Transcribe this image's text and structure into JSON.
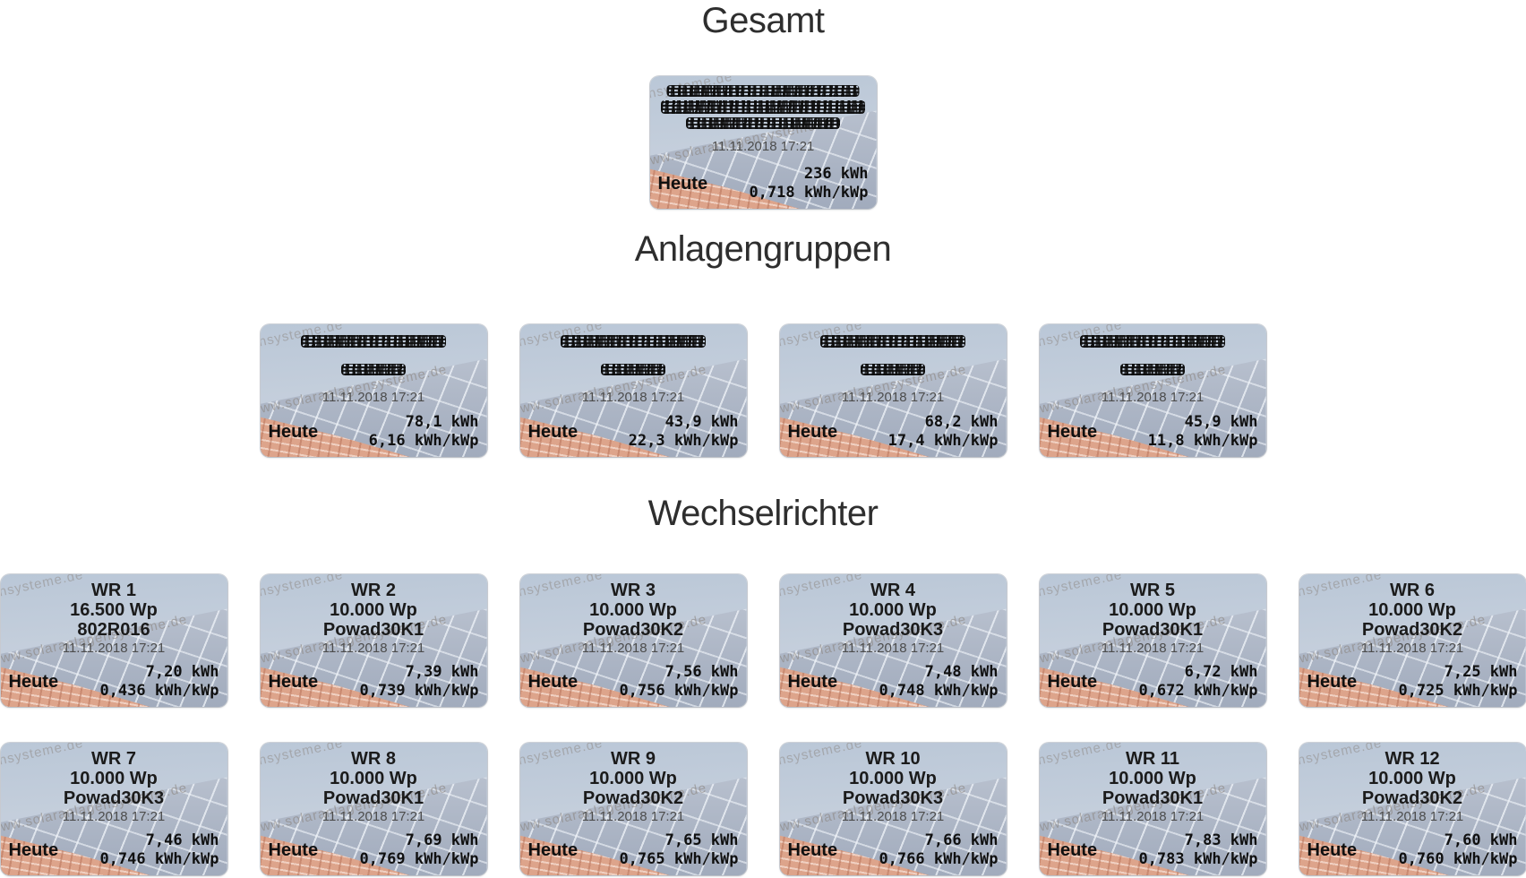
{
  "watermark": "www.solaranlagensysteme.de",
  "colors": {
    "sky": "#bac7d7",
    "solar_panel": "#aab4c5",
    "roof_tile": "#dda48b",
    "title_text": "#1b1b1b",
    "date_text": "#4c4c4c",
    "heading_text": "#2e2e2e"
  },
  "sections": {
    "gesamt": {
      "title": "Gesamt",
      "card": {
        "redacted": "anonymized plant name (3 scribbled lines)",
        "timestamp": "11.11.2018 17:21",
        "period_label": "Heute",
        "energy": "236 kWh",
        "specific_yield": "0,718 kWh/kWp"
      }
    },
    "anlagengruppen": {
      "title": "Anlagengruppen",
      "cards": [
        {
          "redacted": "anonymized group name (2 scribbled lines)",
          "timestamp": "11.11.2018 17:21",
          "period_label": "Heute",
          "energy": "78,1 kWh",
          "specific_yield": "6,16 kWh/kWp"
        },
        {
          "redacted": "anonymized group name (2 scribbled lines)",
          "timestamp": "11.11.2018 17:21",
          "period_label": "Heute",
          "energy": "43,9 kWh",
          "specific_yield": "22,3 kWh/kWp"
        },
        {
          "redacted": "anonymized group name (2 scribbled lines)",
          "timestamp": "11.11.2018 17:21",
          "period_label": "Heute",
          "energy": "68,2 kWh",
          "specific_yield": "17,4 kWh/kWp"
        },
        {
          "redacted": "anonymized group name (2 scribbled lines)",
          "timestamp": "11.11.2018 17:21",
          "period_label": "Heute",
          "energy": "45,9 kWh",
          "specific_yield": "11,8 kWh/kWp"
        }
      ]
    },
    "wechselrichter": {
      "title": "Wechselrichter",
      "cards": [
        {
          "name": "WR 1",
          "power": "16.500 Wp",
          "model": "802R016",
          "timestamp": "11.11.2018 17:21",
          "period_label": "Heute",
          "energy": "7,20 kWh",
          "specific_yield": "0,436 kWh/kWp"
        },
        {
          "name": "WR 2",
          "power": "10.000 Wp",
          "model": "Powad30K1",
          "timestamp": "11.11.2018 17:21",
          "period_label": "Heute",
          "energy": "7,39 kWh",
          "specific_yield": "0,739 kWh/kWp"
        },
        {
          "name": "WR 3",
          "power": "10.000 Wp",
          "model": "Powad30K2",
          "timestamp": "11.11.2018 17:21",
          "period_label": "Heute",
          "energy": "7,56 kWh",
          "specific_yield": "0,756 kWh/kWp"
        },
        {
          "name": "WR 4",
          "power": "10.000 Wp",
          "model": "Powad30K3",
          "timestamp": "11.11.2018 17:21",
          "period_label": "Heute",
          "energy": "7,48 kWh",
          "specific_yield": "0,748 kWh/kWp"
        },
        {
          "name": "WR 5",
          "power": "10.000 Wp",
          "model": "Powad30K1",
          "timestamp": "11.11.2018 17:21",
          "period_label": "Heute",
          "energy": "6,72 kWh",
          "specific_yield": "0,672 kWh/kWp"
        },
        {
          "name": "WR 6",
          "power": "10.000 Wp",
          "model": "Powad30K2",
          "timestamp": "11.11.2018 17:21",
          "period_label": "Heute",
          "energy": "7,25 kWh",
          "specific_yield": "0,725 kWh/kWp"
        },
        {
          "name": "WR 7",
          "power": "10.000 Wp",
          "model": "Powad30K3",
          "timestamp": "11.11.2018 17:21",
          "period_label": "Heute",
          "energy": "7,46 kWh",
          "specific_yield": "0,746 kWh/kWp"
        },
        {
          "name": "WR 8",
          "power": "10.000 Wp",
          "model": "Powad30K1",
          "timestamp": "11.11.2018 17:21",
          "period_label": "Heute",
          "energy": "7,69 kWh",
          "specific_yield": "0,769 kWh/kWp"
        },
        {
          "name": "WR 9",
          "power": "10.000 Wp",
          "model": "Powad30K2",
          "timestamp": "11.11.2018 17:21",
          "period_label": "Heute",
          "energy": "7,65 kWh",
          "specific_yield": "0,765 kWh/kWp"
        },
        {
          "name": "WR 10",
          "power": "10.000 Wp",
          "model": "Powad30K3",
          "timestamp": "11.11.2018 17:21",
          "period_label": "Heute",
          "energy": "7,66 kWh",
          "specific_yield": "0,766 kWh/kWp"
        },
        {
          "name": "WR 11",
          "power": "10.000 Wp",
          "model": "Powad30K1",
          "timestamp": "11.11.2018 17:21",
          "period_label": "Heute",
          "energy": "7,83 kWh",
          "specific_yield": "0,783 kWh/kWp"
        },
        {
          "name": "WR 12",
          "power": "10.000 Wp",
          "model": "Powad30K2",
          "timestamp": "11.11.2018 17:21",
          "period_label": "Heute",
          "energy": "7,60 kWh",
          "specific_yield": "0,760 kWh/kWp"
        }
      ]
    }
  }
}
